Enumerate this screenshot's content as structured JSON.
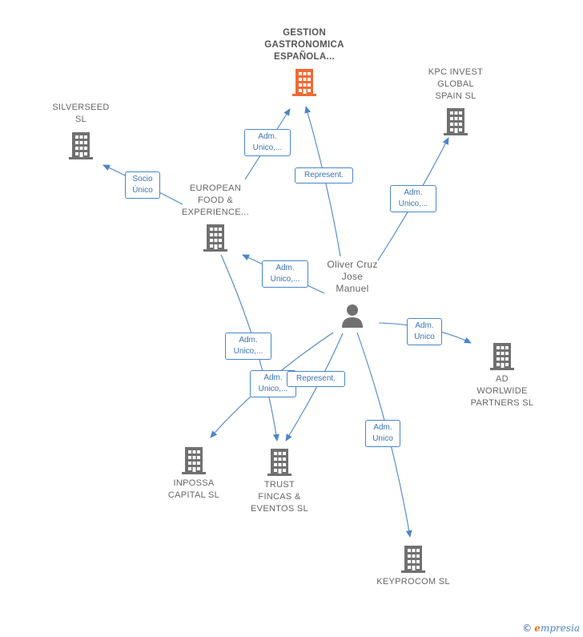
{
  "nodes": {
    "gestion": "GESTION\nGASTRONOMICA\nESPAÑOLA...",
    "kpc": "KPC INVEST\nGLOBAL\nSPAIN  SL",
    "silverseed": "SILVERSEED\nSL",
    "european": "EUROPEAN\nFOOD &\nEXPERIENCE...",
    "person": "Oliver Cruz\nJose\nManuel",
    "ad": "AD\nWORLWIDE\nPARTNERS SL",
    "inpossa": "INPOSSA\nCAPITAL  SL",
    "trust": "TRUST\nFINCAS &\nEVENTOS  SL",
    "keyprocom": "KEYPROCOM SL"
  },
  "edges": {
    "european_gestion": "Adm.\nUnico,...",
    "european_silverseed": "Socio\nÚnico",
    "person_gestion": "Represent.",
    "person_kpc": "Adm.\nUnico,...",
    "person_european": "Adm.\nUnico,...",
    "person_ad": "Adm.\nUnico",
    "european_trust": "Adm.\nUnico,...",
    "person_inpossa": "Adm.\nUnico,...",
    "person_trust": "Represent.",
    "person_keyprocom": "Adm.\nUnico"
  },
  "colors": {
    "edge": "#4a86c8",
    "building": "#707070",
    "building_highlight": "#f06a35",
    "person": "#707070"
  },
  "footer": {
    "copyright": "©",
    "brand_initial": "e",
    "brand_rest": "mpresia"
  }
}
